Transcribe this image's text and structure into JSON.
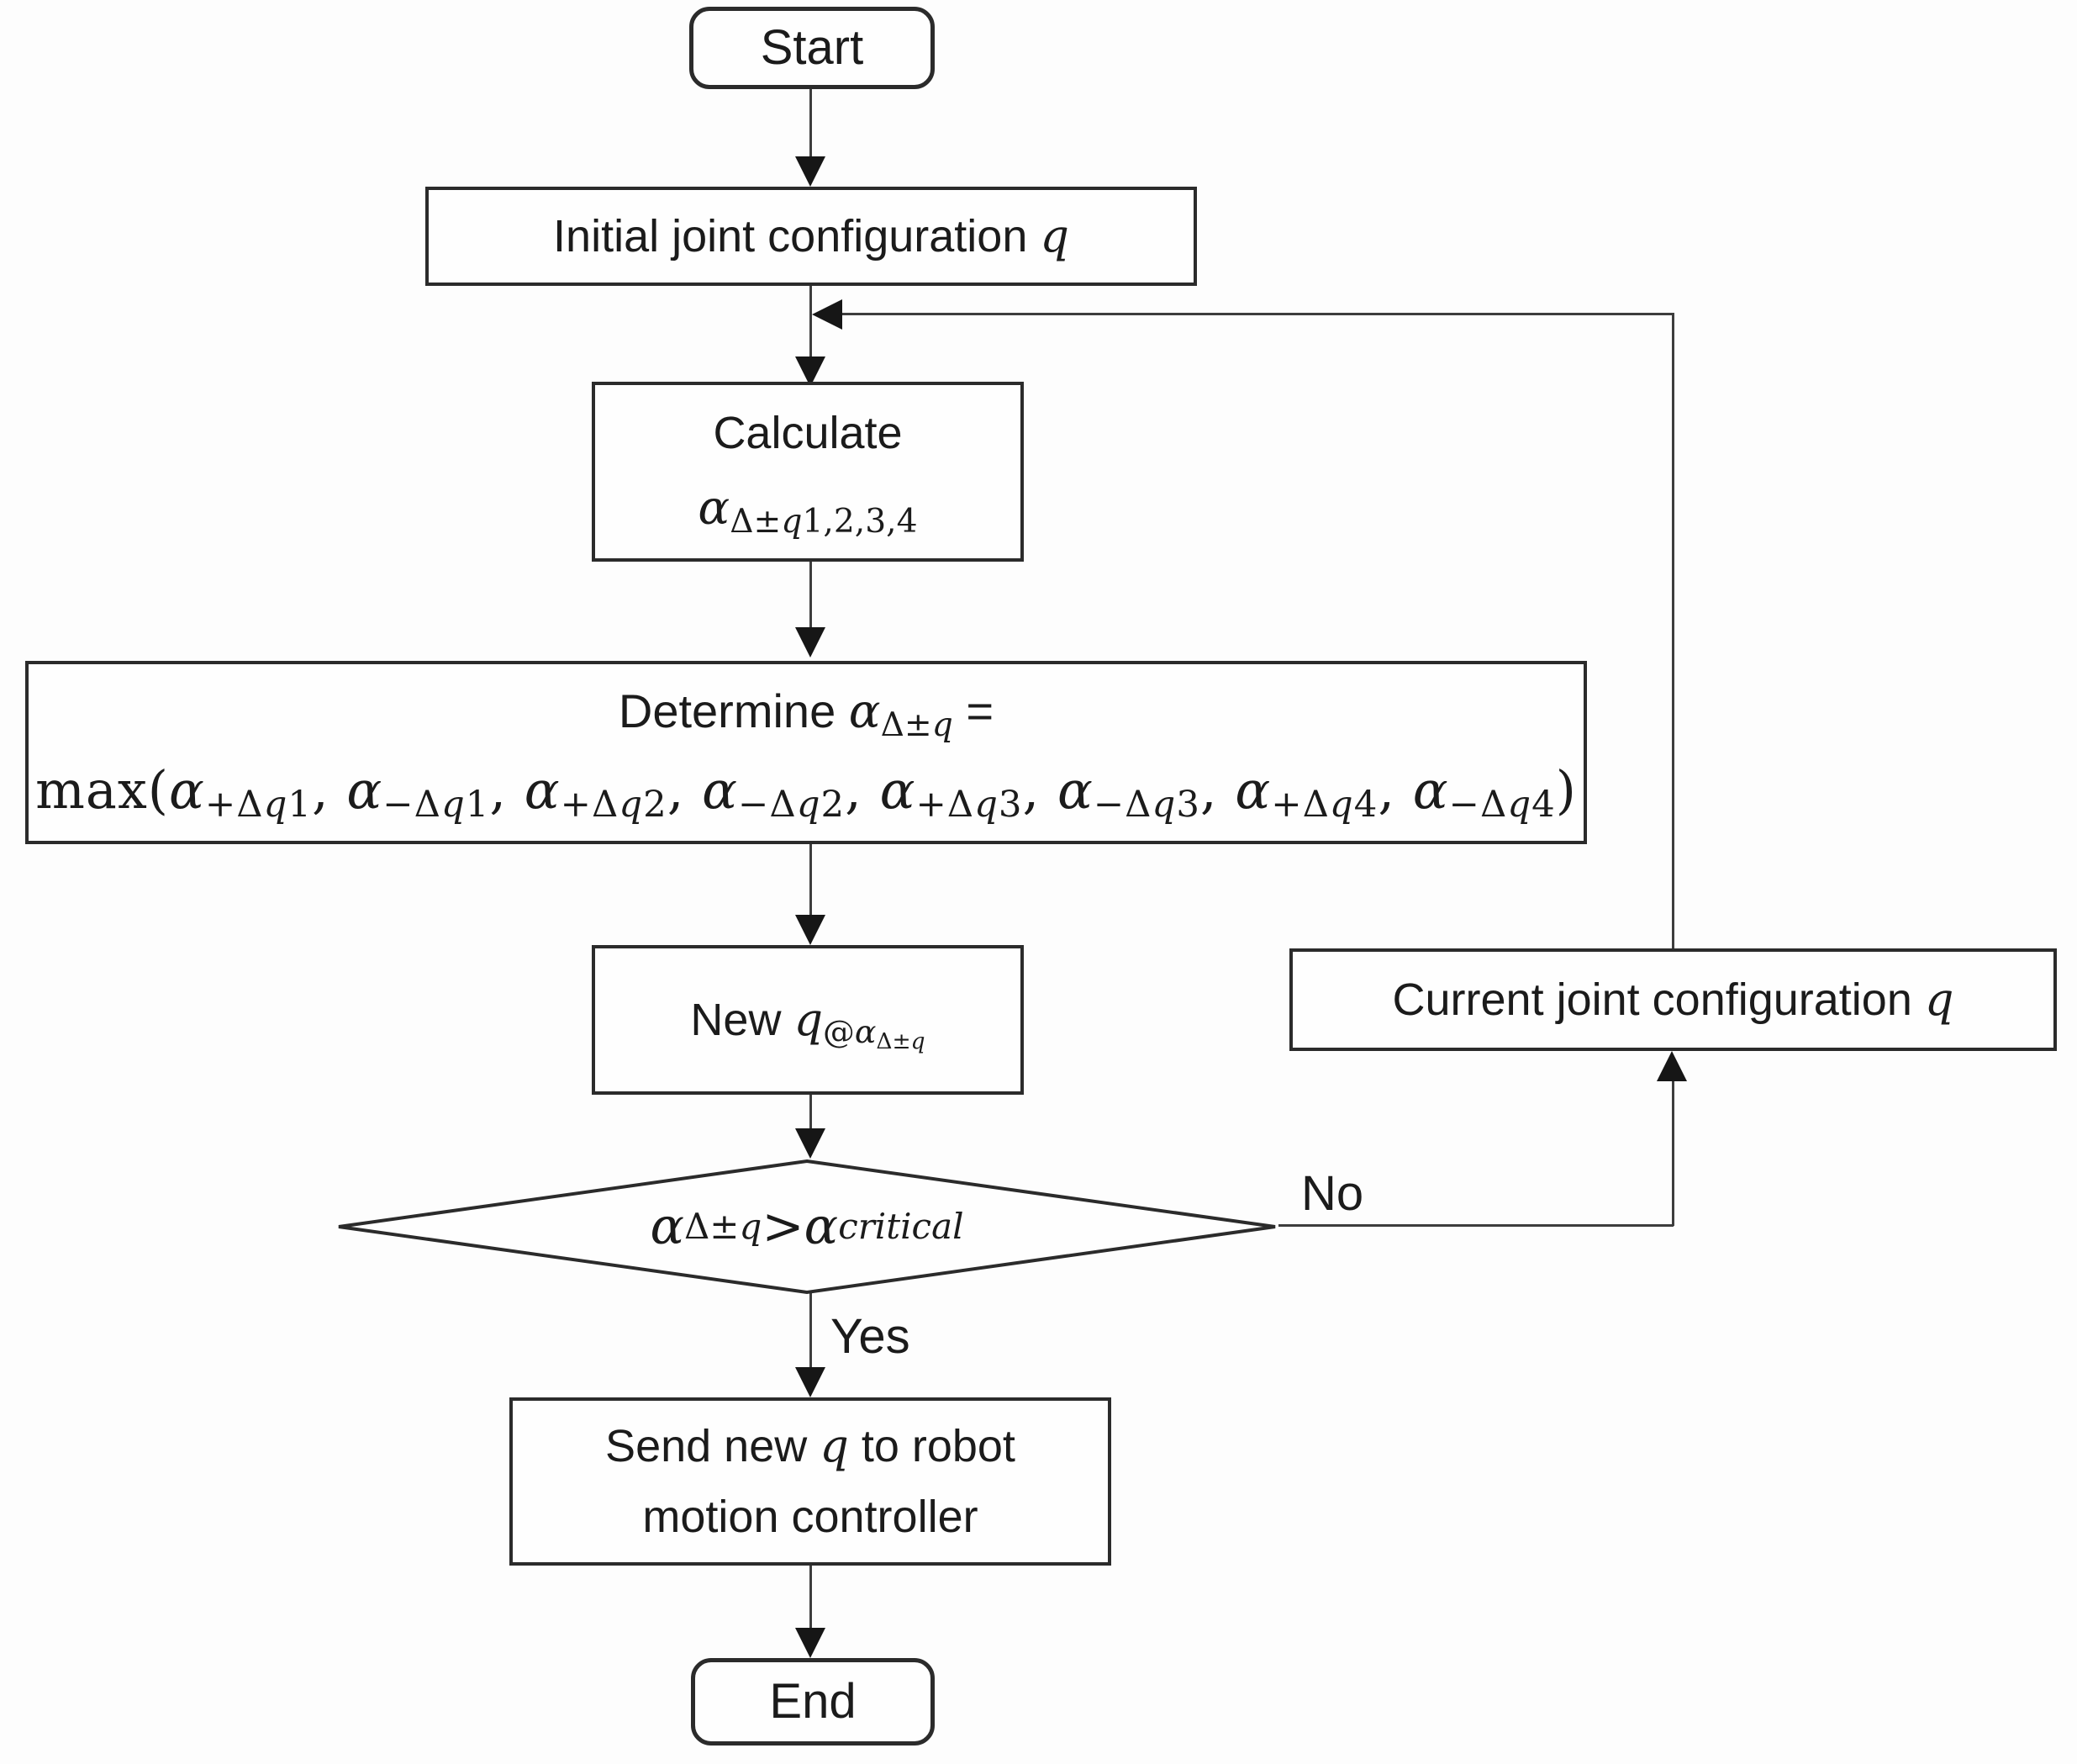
{
  "diagram": {
    "type": "flowchart",
    "description": "Robot joint configuration update loop"
  },
  "colors": {
    "background": "#fdfdfd",
    "node_fill": "#fefefe",
    "node_border": "#2b2b2b",
    "connector": "#3d3d3d",
    "arrowhead": "#161616",
    "text": "#1b1b1b"
  },
  "nodes": {
    "start": {
      "label": "Start"
    },
    "initial": {
      "text": "Initial joint configuration ",
      "var": "q"
    },
    "calculate": {
      "line1": "Calculate",
      "alpha": "α",
      "sub_up1": "Δ±",
      "sub_it": "q",
      "sub_up2": "1,2,3,4"
    },
    "determine": {
      "prefix": "Determine ",
      "alpha": "α",
      "sub_up": "Δ±",
      "sub_it": "q",
      "equals": " =",
      "func": "max(",
      "terms": [
        {
          "a": "α",
          "s1": "+Δ",
          "s2": "q",
          "s3": "1",
          "sep": ", "
        },
        {
          "a": "α",
          "s1": "−Δ",
          "s2": "q",
          "s3": "1",
          "sep": ", "
        },
        {
          "a": "α",
          "s1": "+Δ",
          "s2": "q",
          "s3": "2",
          "sep": ", "
        },
        {
          "a": "α",
          "s1": "−Δ",
          "s2": "q",
          "s3": "2",
          "sep": ", "
        },
        {
          "a": "α",
          "s1": "+Δ",
          "s2": "q",
          "s3": "3",
          "sep": ", "
        },
        {
          "a": "α",
          "s1": "−Δ",
          "s2": "q",
          "s3": "3",
          "sep": ", "
        },
        {
          "a": "α",
          "s1": "+Δ",
          "s2": "q",
          "s3": "4",
          "sep": ", "
        },
        {
          "a": "α",
          "s1": "−Δ",
          "s2": "q",
          "s3": "4",
          "sep": ")"
        }
      ]
    },
    "new_q": {
      "prefix": "New ",
      "var": "q",
      "sub_at": "@",
      "sub_alpha": "α",
      "subsub_up": "Δ±",
      "subsub_it": "q"
    },
    "decision": {
      "alpha1": "α",
      "sub1_up": "Δ±",
      "sub1_it": "q",
      "op": " > ",
      "alpha2": "α",
      "sub2": "critical"
    },
    "send": {
      "line1_a": "Send new ",
      "line1_var": "q",
      "line1_b": " to robot",
      "line2": "motion controller"
    },
    "end": {
      "label": "End"
    },
    "current": {
      "text": "Current joint configuration ",
      "var": "q"
    }
  },
  "edges": {
    "yes_label": "Yes",
    "no_label": "No"
  }
}
